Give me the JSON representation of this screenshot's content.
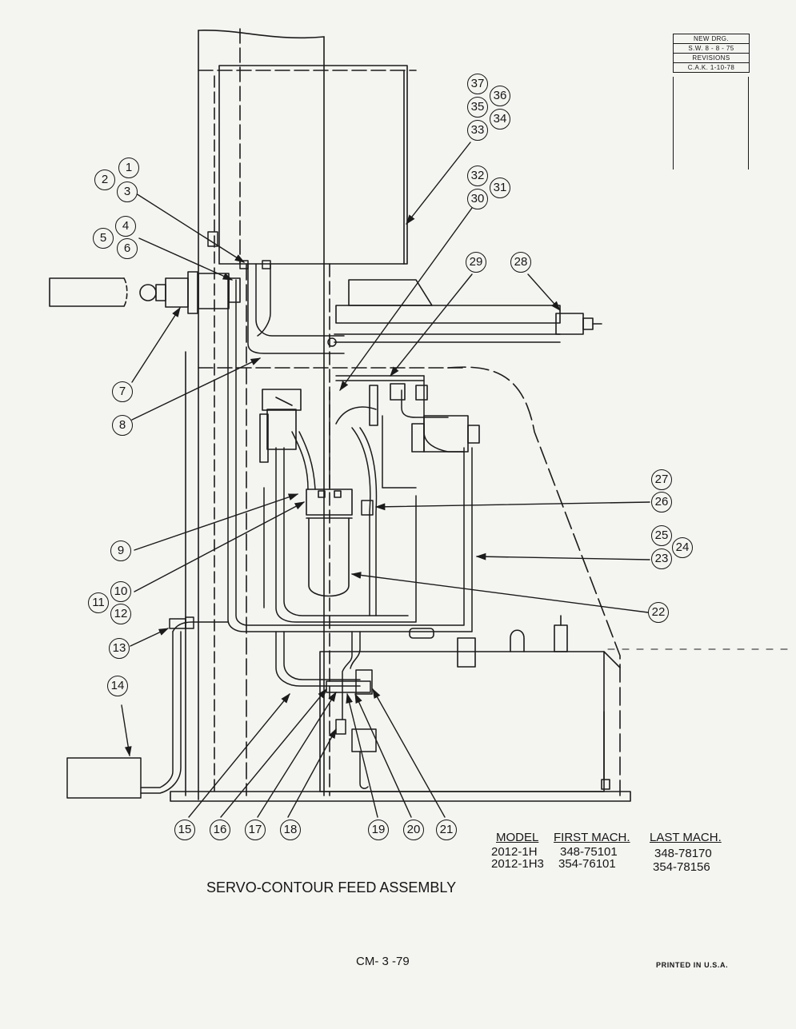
{
  "revision_block": {
    "lines": [
      "NEW DRG.",
      "S.W. 8 - 8 - 75",
      "REVISIONS",
      "C.A.K. 1-10-78"
    ]
  },
  "callouts": [
    "1",
    "2",
    "3",
    "4",
    "5",
    "6",
    "7",
    "8",
    "9",
    "10",
    "11",
    "12",
    "13",
    "14",
    "15",
    "16",
    "17",
    "18",
    "19",
    "20",
    "21",
    "22",
    "23",
    "24",
    "25",
    "26",
    "27",
    "28",
    "29",
    "30",
    "31",
    "32",
    "33",
    "34",
    "35",
    "36",
    "37"
  ],
  "model_table": {
    "headers": [
      "MODEL",
      "FIRST MACH.",
      "LAST MACH."
    ],
    "rows": [
      [
        "2012-1H",
        "348-75101",
        "348-78170"
      ],
      [
        "2012-1H3",
        "354-76101",
        "354-78156"
      ]
    ]
  },
  "title": "SERVO-CONTOUR FEED ASSEMBLY",
  "footer": {
    "page_code": "CM- 3 -79",
    "printed": "PRINTED IN U.S.A."
  },
  "colors": {
    "paper": "#f4f4f1",
    "ink": "#161616"
  }
}
